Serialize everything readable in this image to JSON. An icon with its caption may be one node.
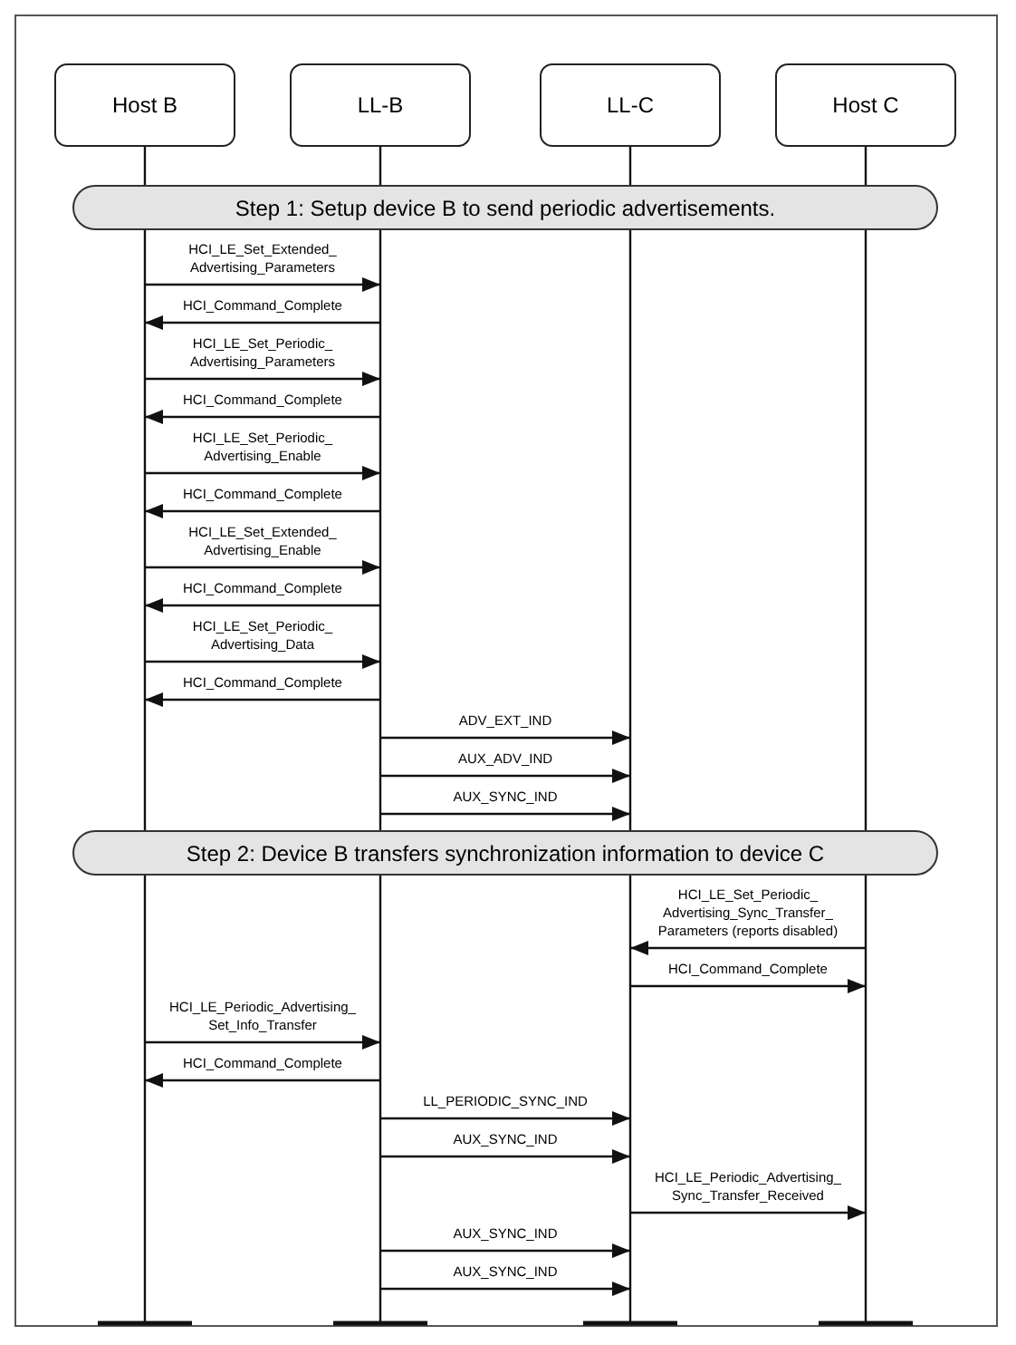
{
  "diagram": {
    "nodes": [
      {
        "text": [
          "Host B"
        ]
      },
      {
        "text": [
          "LL-B"
        ]
      },
      {
        "text": [
          "LL-C"
        ]
      },
      {
        "text": [
          "Host C"
        ]
      },
      {
        "text": [
          "Step 1: Setup device B to send periodic advertisements."
        ]
      },
      {
        "text": [
          "Step 2: Device B transfers synchronization information to device C"
        ]
      }
    ],
    "edges": [
      {
        "from": 0,
        "to": 1,
        "arrow": "to",
        "label": "HCI_LE_Set_Extended_ Advertising_Parameters"
      },
      {
        "from": 1,
        "to": 0,
        "arrow": "to",
        "label": "HCI_Command_Complete"
      },
      {
        "from": 0,
        "to": 1,
        "arrow": "to",
        "label": "HCI_LE_Set_Periodic_ Advertising_Parameters"
      },
      {
        "from": 1,
        "to": 0,
        "arrow": "to",
        "label": "HCI_Command_Complete"
      },
      {
        "from": 0,
        "to": 1,
        "arrow": "to",
        "label": "HCI_LE_Set_Periodic_ Advertising_Enable"
      },
      {
        "from": 1,
        "to": 0,
        "arrow": "to",
        "label": "HCI_Command_Complete"
      },
      {
        "from": 0,
        "to": 1,
        "arrow": "to",
        "label": "HCI_LE_Set_Extended_ Advertising_Enable"
      },
      {
        "from": 1,
        "to": 0,
        "arrow": "to",
        "label": "HCI_Command_Complete"
      },
      {
        "from": 0,
        "to": 1,
        "arrow": "to",
        "label": "HCI_LE_Set_Periodic_ Advertising_Data"
      },
      {
        "from": 1,
        "to": 0,
        "arrow": "to",
        "label": "HCI_Command_Complete"
      },
      {
        "from": 1,
        "to": 2,
        "arrow": "to",
        "label": "ADV_EXT_IND"
      },
      {
        "from": 1,
        "to": 2,
        "arrow": "to",
        "label": "AUX_ADV_IND"
      },
      {
        "from": 1,
        "to": 2,
        "arrow": "to",
        "label": "AUX_SYNC_IND"
      },
      {
        "from": 3,
        "to": 2,
        "arrow": "to",
        "label": "HCI_LE_Set_Periodic_ Advertising_Sync_Transfer_ Parameters (reports disabled)"
      },
      {
        "from": 2,
        "to": 3,
        "arrow": "to",
        "label": "HCI_Command_Complete"
      },
      {
        "from": 0,
        "to": 1,
        "arrow": "to",
        "label": "HCI_LE_Periodic_Advertising_ Set_Info_Transfer"
      },
      {
        "from": 1,
        "to": 0,
        "arrow": "to",
        "label": "HCI_Command_Complete"
      },
      {
        "from": 1,
        "to": 2,
        "arrow": "to",
        "label": "LL_PERIODIC_SYNC_IND"
      },
      {
        "from": 1,
        "to": 2,
        "arrow": "to",
        "label": "AUX_SYNC_IND"
      },
      {
        "from": 2,
        "to": 3,
        "arrow": "to",
        "label": "HCI_LE_Periodic_Advertising_ Sync_Transfer_Received"
      },
      {
        "from": 1,
        "to": 2,
        "arrow": "to",
        "label": "AUX_SYNC_IND"
      },
      {
        "from": 1,
        "to": 2,
        "arrow": "to",
        "label": "AUX_SYNC_IND"
      }
    ]
  }
}
